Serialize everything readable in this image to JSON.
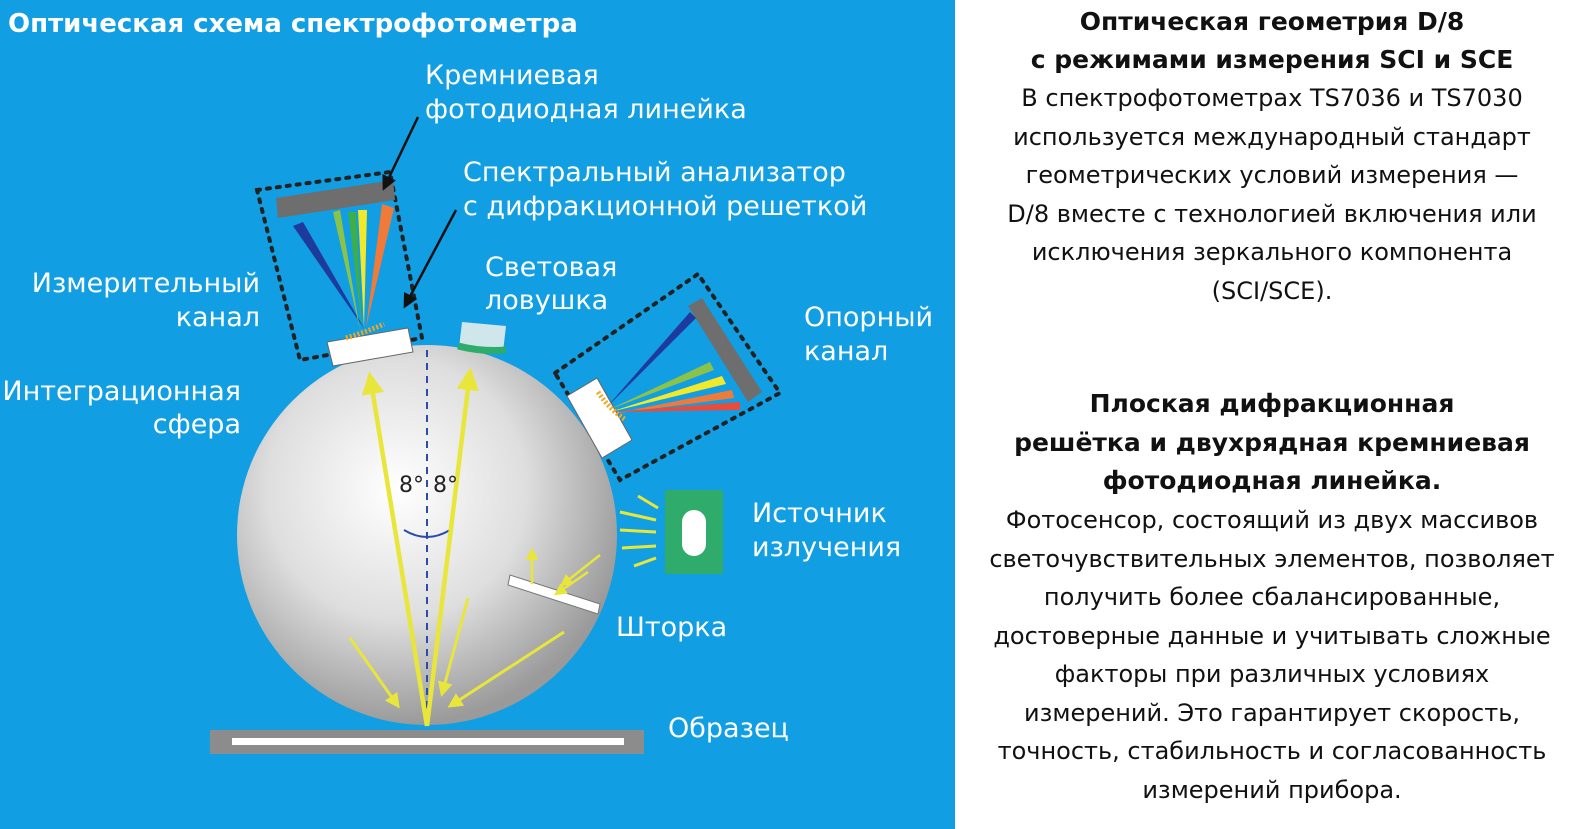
{
  "diagram": {
    "title": "Оптическая схема спектрофотометра",
    "labels": {
      "photodiode_line1": "Кремниевая",
      "photodiode_line2": "фотодиодная линейка",
      "analyzer_line1": "Спектральный анализатор",
      "analyzer_line2": "с дифракционной решеткой",
      "measuring_line1": "Измерительный",
      "measuring_line2": "канал",
      "trap_line1": "Световая",
      "trap_line2": "ловушка",
      "reference_line1": "Опорный",
      "reference_line2": "канал",
      "sphere_line1": "Интеграционная",
      "sphere_line2": "сфера",
      "source_line1": "Источник",
      "source_line2": "излучения",
      "shutter": "Шторка",
      "sample": "Образец"
    },
    "angle_left": "8°",
    "angle_right": "8°",
    "colors": {
      "background": "#129ee3",
      "beam": "#e8e63a",
      "source": "#2fab6b",
      "detector": "#666666"
    }
  },
  "text": {
    "section1": {
      "heading_line1": "Оптическая геометрия D/8",
      "heading_line2": "с режимами измерения SCI и SCE",
      "body": [
        "В спектрофотометрах TS7036 и TS7030",
        "используется международный стандарт",
        "геометрических условий измерения —",
        "D/8 вместе с технологией включения или",
        "исключения зеркального компонента",
        "(SCI/SCE)."
      ]
    },
    "section2": {
      "heading": [
        "Плоская дифракционная",
        "решётка и двухрядная кремниевая",
        "фотодиодная линейка."
      ],
      "body": [
        "Фотосенсор, состоящий из двух массивов",
        "светочувствительных элементов, позволяет",
        "получить более сбалансированные,",
        "достоверные данные и учитывать сложные",
        "факторы при различных условиях",
        "измерений. Это гарантирует скорость,",
        "точность, стабильность и согласованность",
        "измерений прибора."
      ]
    }
  }
}
